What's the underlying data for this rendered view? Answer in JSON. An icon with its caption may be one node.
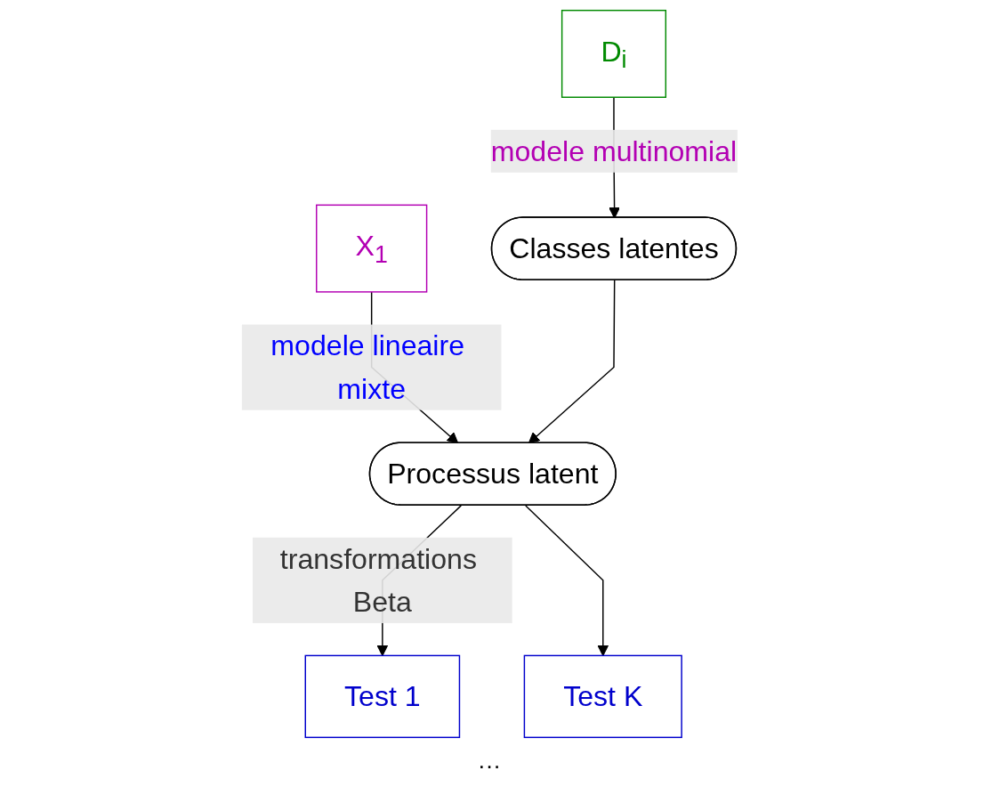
{
  "diagram": {
    "nodes": [
      {
        "text": [
          "X$_{1}$"
        ]
      },
      {
        "text": [
          "D$_{i}$"
        ]
      },
      {
        "text": [
          "Classes latentes"
        ]
      },
      {
        "text": [
          "Processus latent"
        ]
      },
      {
        "text": [
          "Test 1"
        ]
      },
      {
        "text": [
          "Test K"
        ]
      }
    ],
    "edges": [
      {
        "from": 1,
        "to": 2,
        "arrow": "to",
        "label": "modele multinomial"
      },
      {
        "from": 0,
        "to": 3,
        "arrow": "to",
        "label": "modele lineaire mixte"
      },
      {
        "from": 2,
        "to": 3,
        "arrow": "to"
      },
      {
        "from": 3,
        "to": 4,
        "arrow": "to",
        "label": "transformations Beta"
      },
      {
        "from": 3,
        "to": 5,
        "arrow": "to"
      }
    ],
    "labels": [
      "···"
    ]
  }
}
